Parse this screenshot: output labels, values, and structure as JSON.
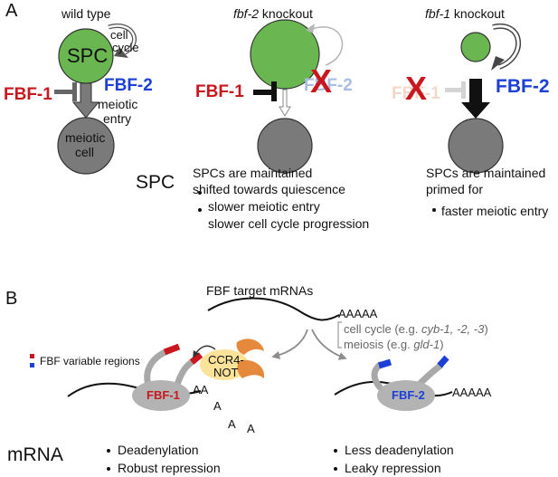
{
  "panel_a": {
    "letter": "A",
    "wild_type": {
      "title": "wild type",
      "spc_label": "SPC",
      "cycle_label_1": "cell",
      "cycle_label_2": "cycle",
      "fbf1": "FBF-1",
      "fbf2": "FBF-2",
      "entry_label_1": "meiotic",
      "entry_label_2": "entry",
      "meiotic_cell_1": "meiotic",
      "meiotic_cell_2": "cell"
    },
    "fbf2_ko": {
      "title_gene": "fbf-2",
      "title_rest": " knockout",
      "fbf1": "FBF-1",
      "faded": "FBF-2",
      "x_mark": "X"
    },
    "fbf1_ko": {
      "title_gene": "fbf-1",
      "title_rest": " knockout",
      "fbf2": "FBF-2",
      "faded": "FBF-1",
      "x_mark": "X"
    },
    "row_label": "SPC",
    "fbf2_text": {
      "line1": "SPCs are maintained",
      "line2": "shifted towards quiescence",
      "bullets": [
        "slower meiotic entry",
        "slower cell cycle progression"
      ]
    },
    "fbf1_text": {
      "line1": "SPCs are maintained",
      "line2": "primed for",
      "bullets": [
        "faster meiotic entry"
      ]
    }
  },
  "panel_b": {
    "letter": "B",
    "targets_title": "FBF target mRNAs",
    "polya": "AAAAA",
    "targets": {
      "cell_cycle_prefix": "cell cycle (e.g. ",
      "cell_cycle_genes": "cyb-1, -2, -3",
      "cell_cycle_suffix": ")",
      "meiosis_prefix": "meiosis (e.g. ",
      "meiosis_genes": "gld-1",
      "meiosis_suffix": ")"
    },
    "legend": "FBF variable regions",
    "ccr4": {
      "line1": "CCR4-",
      "line2": "NOT"
    },
    "fbf1_label": "FBF-1",
    "fbf2_label": "FBF-2",
    "left_tail": "AA",
    "free_a": [
      "A",
      "A",
      "A"
    ],
    "right_tail": "AAAAA",
    "row_label": "mRNA",
    "left_bullets": [
      "Deadenylation",
      "Robust repression"
    ],
    "right_bullets": [
      "Less deadenylation",
      "Leaky repression"
    ]
  },
  "colors": {
    "spc_green": "#6ab651",
    "cell_gray": "#7a7a7a",
    "fbf1_red": "#c8171e",
    "fbf2_blue": "#1c3fd6",
    "ccr4_yellow": "#fbe39a",
    "ccr4_orange": "#e58a3c",
    "protein_gray": "#b3b3b3"
  }
}
